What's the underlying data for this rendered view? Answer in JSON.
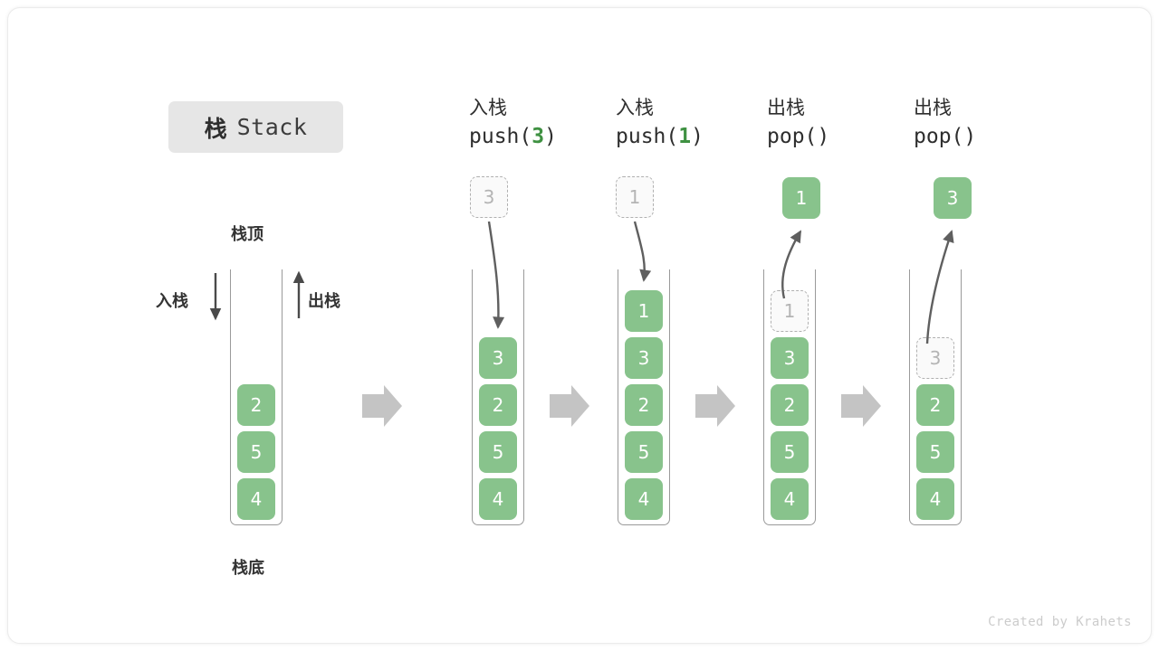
{
  "title": {
    "cn": "栈",
    "en": "Stack"
  },
  "labels": {
    "top": "栈顶",
    "bottom": "栈底",
    "push": "入栈",
    "pop": "出栈"
  },
  "credit": "Created by Krahets",
  "colors": {
    "box_green": "#88c38c",
    "box_text": "#ffffff",
    "ghost_border": "#b0b0b0",
    "ghost_text": "#b4b4b4",
    "accent_green": "#3f9142",
    "arrow_gray": "#c4c4c4",
    "curve_gray": "#5f5f5f",
    "badge_bg": "#e6e6e6"
  },
  "columns": [
    {
      "id": "initial",
      "header_cn": "",
      "header_fn": "",
      "stack": [
        "4",
        "5",
        "2"
      ],
      "ghost_index": -1,
      "float_box": null
    },
    {
      "id": "push-3",
      "header_cn": "入栈",
      "header_fn_prefix": "push(",
      "header_fn_arg": "3",
      "header_fn_suffix": ")",
      "stack": [
        "4",
        "5",
        "2",
        "3"
      ],
      "ghost_index": -1,
      "float_box": {
        "value": "3",
        "style": "ghost"
      }
    },
    {
      "id": "push-1",
      "header_cn": "入栈",
      "header_fn_prefix": "push(",
      "header_fn_arg": "1",
      "header_fn_suffix": ")",
      "stack": [
        "4",
        "5",
        "2",
        "3",
        "1"
      ],
      "ghost_index": -1,
      "float_box": {
        "value": "1",
        "style": "ghost"
      }
    },
    {
      "id": "pop-1",
      "header_cn": "出栈",
      "header_fn_prefix": "pop(",
      "header_fn_arg": "",
      "header_fn_suffix": ")",
      "stack": [
        "4",
        "5",
        "2",
        "3",
        "1"
      ],
      "ghost_index": 4,
      "float_box": {
        "value": "1",
        "style": "solid"
      }
    },
    {
      "id": "pop-3",
      "header_cn": "出栈",
      "header_fn_prefix": "pop(",
      "header_fn_arg": "",
      "header_fn_suffix": ")",
      "stack": [
        "4",
        "5",
        "2",
        "3"
      ],
      "ghost_index": 3,
      "float_box": {
        "value": "3",
        "style": "solid"
      }
    }
  ],
  "transitions": [
    "→",
    "→",
    "→",
    "→"
  ]
}
